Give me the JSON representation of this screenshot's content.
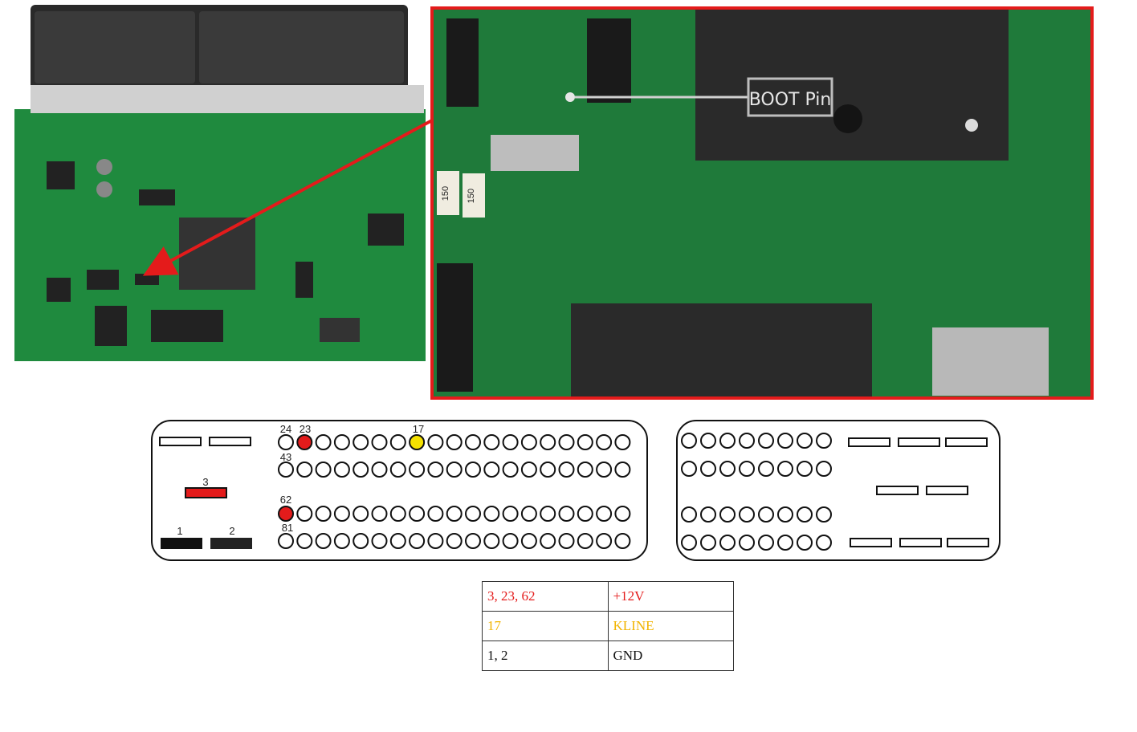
{
  "photo": {
    "callout_label": "BOOT Pin",
    "resistor_marking_1": "150",
    "resistor_marking_2": "150"
  },
  "connector_left": {
    "pin_labels": [
      "24",
      "23",
      "17",
      "43",
      "62",
      "81",
      "3",
      "1",
      "2"
    ],
    "highlighted": {
      "red": [
        "23",
        "62",
        "3"
      ],
      "yellow": [
        "17"
      ],
      "black": [
        "1",
        "2"
      ]
    }
  },
  "legend_table": {
    "rows": [
      {
        "pins": "3, 23, 62",
        "signal": "+12V",
        "color": "#e41b1b"
      },
      {
        "pins": "17",
        "signal": "KLINE",
        "color": "#f2b400"
      },
      {
        "pins": "1, 2",
        "signal": "GND",
        "color": "#111111"
      }
    ]
  },
  "colors": {
    "frame_red": "#e41b1b",
    "pin_red": "#e41b1b",
    "pin_yellow": "#f5e100",
    "pcb_green": "#1f7a3a"
  }
}
